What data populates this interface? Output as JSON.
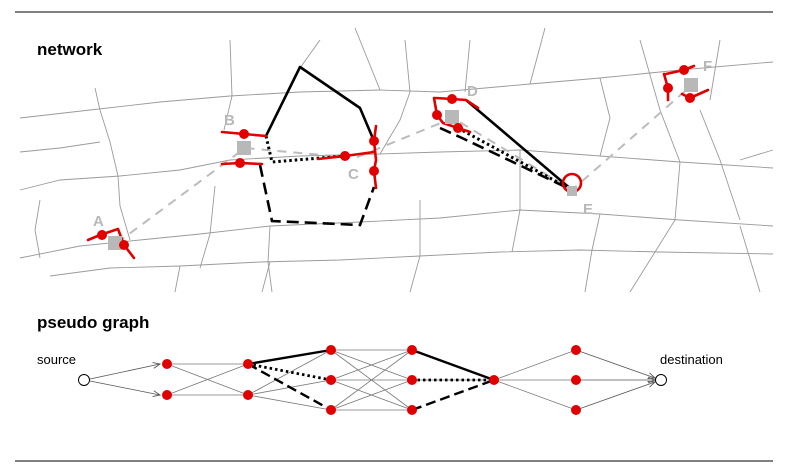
{
  "figure": {
    "network_heading": "network",
    "pseudo_graph_heading": "pseudo graph",
    "points": [
      "A",
      "B",
      "C",
      "D",
      "E",
      "F"
    ],
    "graph_labels": {
      "source": "source",
      "destination": "destination"
    },
    "colors": {
      "candidate": "#e00000",
      "gps_point": "#b8b8b8",
      "road": "#9a9a9a",
      "path": "#000000"
    },
    "path_styles": [
      "solid",
      "dashed",
      "dotted"
    ]
  }
}
